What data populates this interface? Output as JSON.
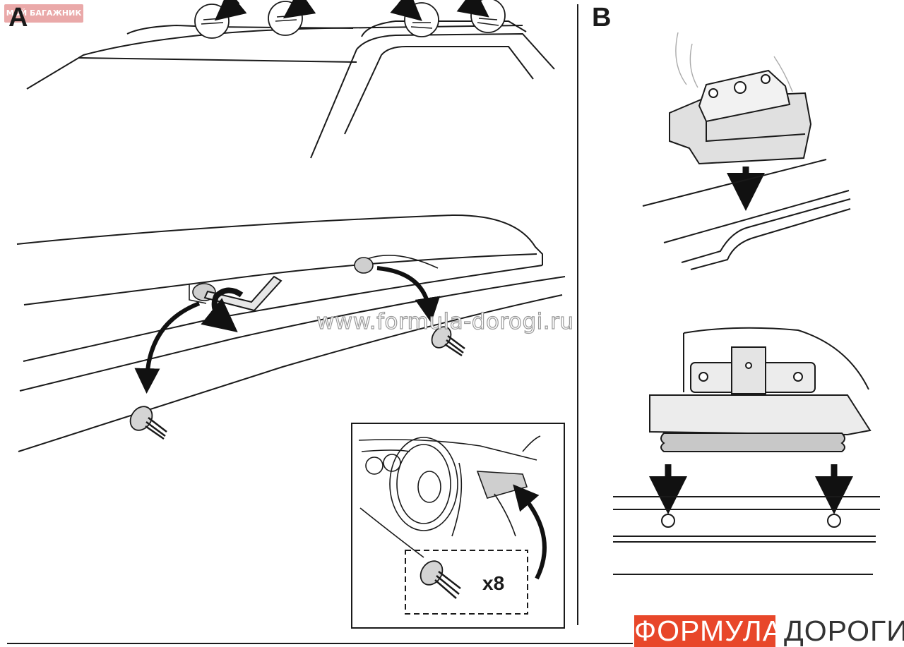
{
  "badge": {
    "text": "МОЙ БАГАЖНИК"
  },
  "panels": {
    "a_label": "A",
    "b_label": "B"
  },
  "watermark": {
    "text": "www.formula-dorogi.ru"
  },
  "inset": {
    "quantity_label": "x8"
  },
  "logo": {
    "word1": "ФОРМУЛА",
    "word2": "ДОРОГИ",
    "accent": "#e8472a"
  }
}
